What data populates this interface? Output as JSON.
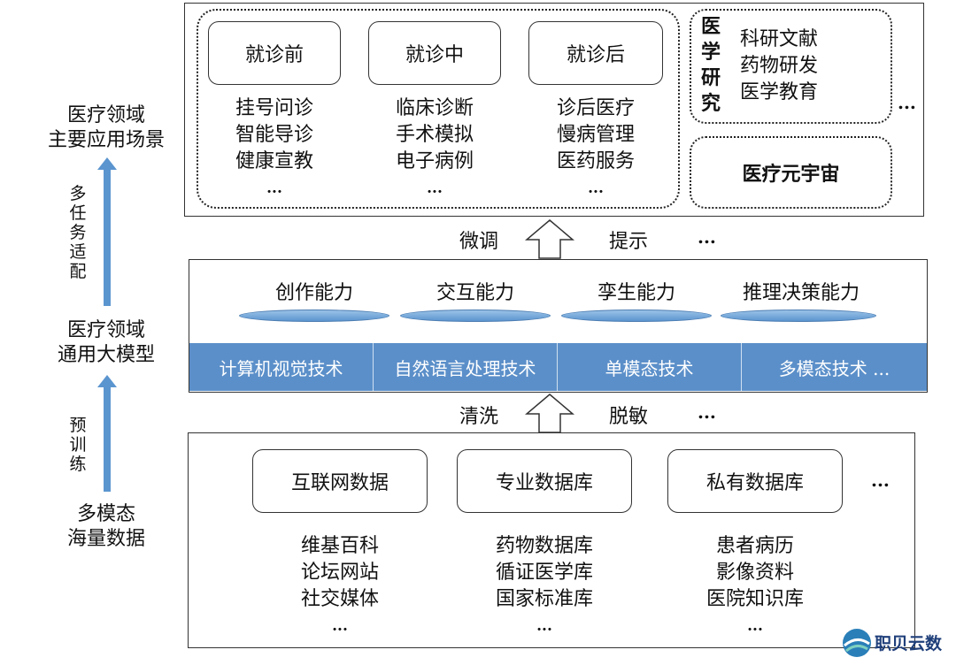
{
  "left": {
    "scenarios_title": [
      "医疗领域",
      "主要应用场景"
    ],
    "step_multitask": "多任务适配",
    "model_title": [
      "医疗领域",
      "通用大模型"
    ],
    "step_pretrain": "预训练",
    "data_title": [
      "多模态",
      "海量数据"
    ]
  },
  "scenarios": {
    "phases": [
      {
        "label": "就诊前",
        "items": [
          "挂号问诊",
          "智能导诊",
          "健康宣教",
          "..."
        ]
      },
      {
        "label": "就诊中",
        "items": [
          "临床诊断",
          "手术模拟",
          "电子病例",
          "..."
        ]
      },
      {
        "label": "就诊后",
        "items": [
          "诊后医疗",
          "慢病管理",
          "医药服务",
          "..."
        ]
      }
    ],
    "research": {
      "title": "医学研究",
      "items": [
        "科研文献",
        "药物研发",
        "医学教育"
      ]
    },
    "metaverse": "医疗元宇宙",
    "ellipsis": "..."
  },
  "connector_top": {
    "left": "微调",
    "right": "提示",
    "ellipsis": "..."
  },
  "capabilities": [
    "创作能力",
    "交互能力",
    "孪生能力",
    "推理决策能力"
  ],
  "techs": [
    "计算机视觉技术",
    "自然语言处理技术",
    "单模态技术",
    "多模态技术  ..."
  ],
  "connector_bottom": {
    "left": "清洗",
    "right": "脱敏",
    "ellipsis": "..."
  },
  "data_sources": [
    {
      "label": "互联网数据",
      "items": [
        "维基百科",
        "论坛网站",
        "社交媒体",
        "..."
      ]
    },
    {
      "label": "专业数据库",
      "items": [
        "药物数据库",
        "循证医学库",
        "国家标准库",
        "..."
      ]
    },
    {
      "label": "私有数据库",
      "items": [
        "患者病历",
        "影像资料",
        "医院知识库",
        "..."
      ]
    }
  ],
  "data_ellipsis": "...",
  "watermark": "职贝云数",
  "colors": {
    "accent": "#5b8fc9",
    "arrow": "#5b95cf"
  }
}
